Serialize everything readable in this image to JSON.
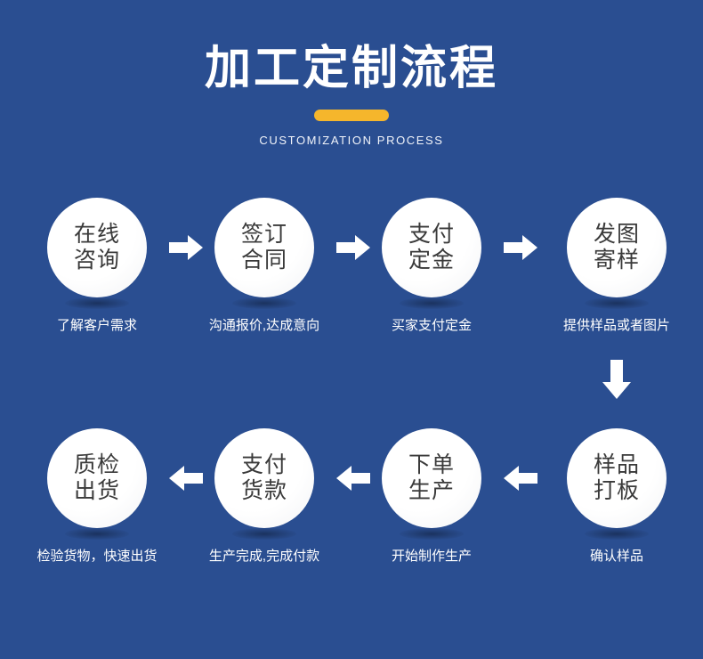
{
  "header": {
    "title": "加工定制流程",
    "subtitle": "CUSTOMIZATION PROCESS",
    "accent_color": "#f5b62c",
    "background_color": "#2a4e91",
    "title_color": "#ffffff"
  },
  "flow": {
    "row1_direction": "left-to-right",
    "row2_direction": "right-to-left",
    "connector": "down-arrow",
    "steps": [
      {
        "index": 1,
        "line1": "在线",
        "line2": "咨询",
        "caption": "了解客户需求"
      },
      {
        "index": 2,
        "line1": "签订",
        "line2": "合同",
        "caption": "沟通报价,达成意向"
      },
      {
        "index": 3,
        "line1": "支付",
        "line2": "定金",
        "caption": "买家支付定金"
      },
      {
        "index": 4,
        "line1": "发图",
        "line2": "寄样",
        "caption": "提供样品或者图片"
      },
      {
        "index": 5,
        "line1": "样品",
        "line2": "打板",
        "caption": "确认样品"
      },
      {
        "index": 6,
        "line1": "下单",
        "line2": "生产",
        "caption": "开始制作生产"
      },
      {
        "index": 7,
        "line1": "支付",
        "line2": "货款",
        "caption": "生产完成,完成付款"
      },
      {
        "index": 8,
        "line1": "质检",
        "line2": "出货",
        "caption": "检验货物，快速出货"
      }
    ]
  }
}
